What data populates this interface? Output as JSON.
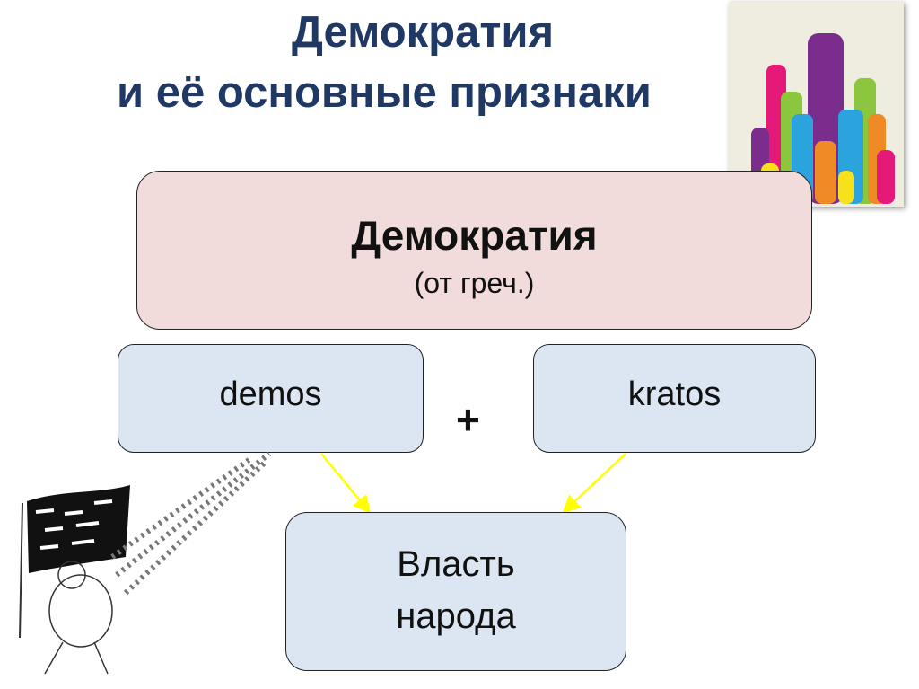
{
  "title": {
    "line1": "Демократия",
    "line2": "и её основные признаки"
  },
  "diagram": {
    "top": {
      "heading": "Демократия",
      "sub": "(от греч.)"
    },
    "left": "demos",
    "right": "kratos",
    "plus": "+",
    "result": {
      "line1": "Власть",
      "line2": "народа"
    }
  },
  "colors": {
    "title": "#1f3864",
    "top_box": "#f2dcdb",
    "word_boxes": "#dce6f2",
    "arrows": "#ffff00"
  },
  "images": {
    "hands": "raised-hands-illustration",
    "cartoon": "marching-crowd-with-flag-cartoon"
  }
}
